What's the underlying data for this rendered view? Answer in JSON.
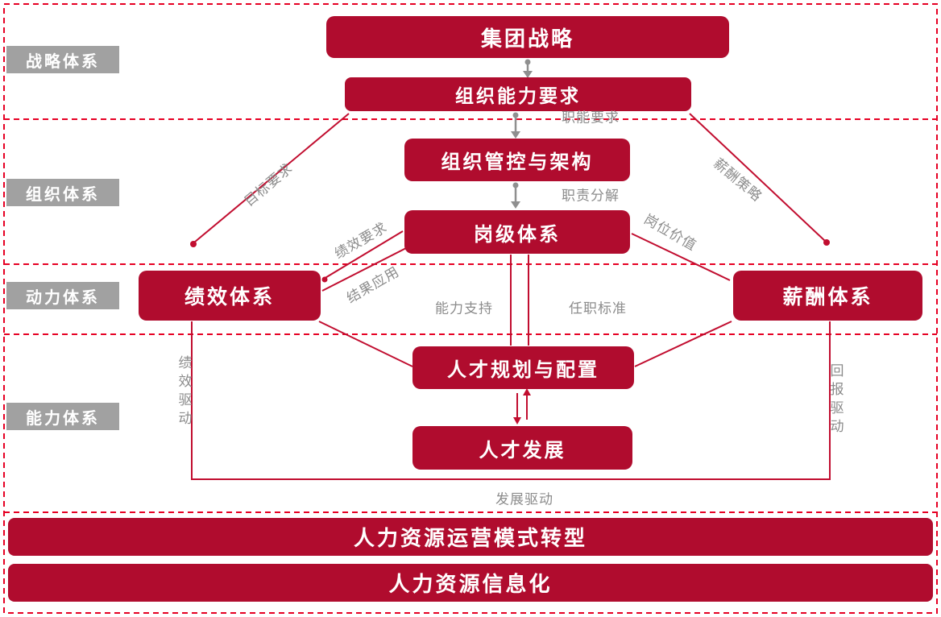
{
  "colors": {
    "box_red": "#B00C2E",
    "dash_red": "#E60023",
    "line_red": "#C10D2F",
    "gray_box": "#A1A1A1",
    "gray_text": "#8C8C8C"
  },
  "band_labels": {
    "strategy": "战略体系",
    "organization": "组织体系",
    "motivation": "动力体系",
    "capability": "能力体系"
  },
  "nodes": {
    "group_strategy": "集团战略",
    "org_capability_req": "组织能力要求",
    "org_control_structure": "组织管控与架构",
    "position_grade_system": "岗级体系",
    "performance_system": "绩效体系",
    "compensation_system": "薪酬体系",
    "talent_planning": "人才规划与配置",
    "talent_development": "人才发展",
    "hr_operation_transform": "人力资源运营模式转型",
    "hr_informatization": "人力资源信息化"
  },
  "edge_labels": {
    "functional_requirement": "职能要求",
    "goal_requirement": "目标要求",
    "compensation_strategy": "薪酬策略",
    "responsibility_breakdown": "职责分解",
    "performance_requirement": "绩效要求",
    "result_application": "结果应用",
    "position_value": "岗位价值",
    "capability_support": "能力支持",
    "qualification_standard": "任职标准",
    "performance_driven": "绩效驱动",
    "return_driven": "回报驱动",
    "development_driven": "发展驱动"
  }
}
